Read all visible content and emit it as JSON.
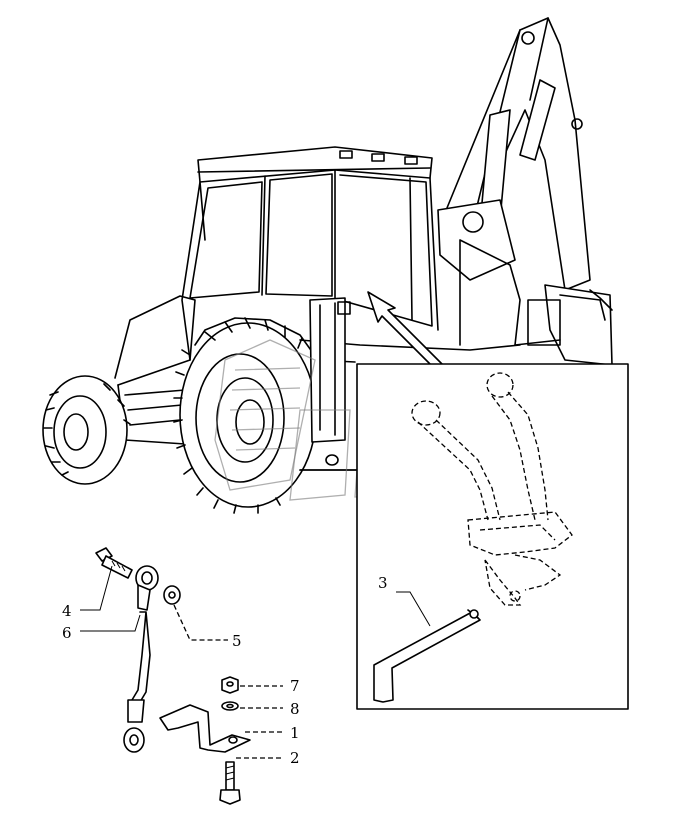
{
  "callouts": {
    "c1": "1",
    "c2": "2",
    "c3": "3",
    "c4": "4",
    "c5": "5",
    "c6": "6",
    "c7": "7",
    "c8": "8"
  },
  "icons": {
    "watermark": "company-logo-watermark"
  }
}
